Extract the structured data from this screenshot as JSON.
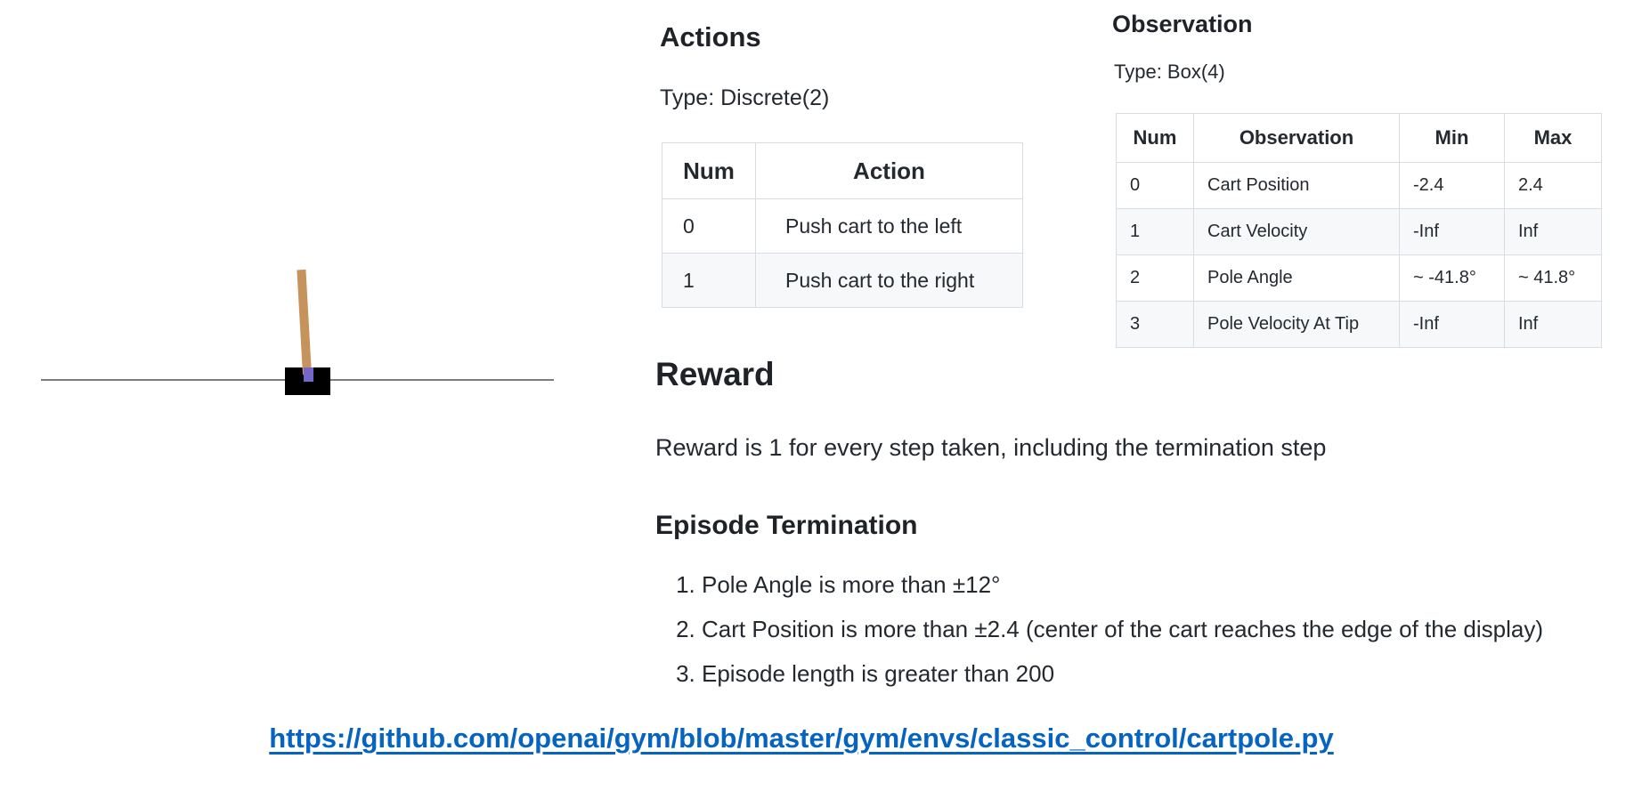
{
  "cartpole_figure": {
    "description": "CartPole environment render: cart on track with pole",
    "track_color": "#7d7d7d",
    "cart_color": "#000000",
    "pole_color": "#C6935D",
    "axle_color": "#7367CC"
  },
  "actions": {
    "heading": "Actions",
    "type_label": "Type: Discrete(2)",
    "table": {
      "headers": [
        "Num",
        "Action"
      ],
      "rows": [
        [
          "0",
          "Push cart to the left"
        ],
        [
          "1",
          "Push cart to the right"
        ]
      ]
    }
  },
  "observation": {
    "heading": "Observation",
    "type_label": "Type: Box(4)",
    "table": {
      "headers": [
        "Num",
        "Observation",
        "Min",
        "Max"
      ],
      "rows": [
        [
          "0",
          "Cart Position",
          "-2.4",
          "2.4"
        ],
        [
          "1",
          "Cart Velocity",
          "-Inf",
          "Inf"
        ],
        [
          "2",
          "Pole Angle",
          "~ -41.8°",
          "~ 41.8°"
        ],
        [
          "3",
          "Pole Velocity At Tip",
          "-Inf",
          "Inf"
        ]
      ]
    }
  },
  "reward": {
    "heading": "Reward",
    "body": "Reward is 1 for every step taken, including the termination step"
  },
  "episode_termination": {
    "heading": "Episode Termination",
    "items": [
      "Pole Angle is more than ±12°",
      "Cart Position is more than ±2.4 (center of the cart reaches the edge of the display)",
      "Episode length is greater than 200"
    ]
  },
  "link": {
    "url_text": "https://github.com/openai/gym/blob/master/gym/envs/classic_control/cartpole.py",
    "color": "#0563C1"
  },
  "table_style": {
    "stripe_color": "#F6F8FA",
    "border_color": "#D8DDE3"
  }
}
